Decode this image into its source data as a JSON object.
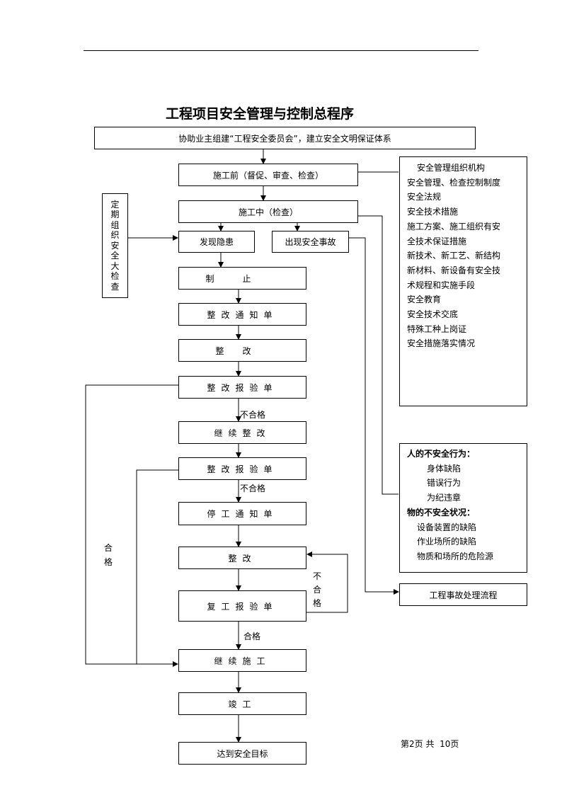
{
  "title": "工程项目安全管理与控制总程序",
  "nodes": {
    "start": "协助业主组建“工程安全委员会”，建立安全文明保证体系",
    "before": "施工前（督促、审查、检查）",
    "during": "施工中（检查）",
    "hazard": "发现隐患",
    "accident": "出现安全事故",
    "stop": "制止",
    "notice": "整改通知单",
    "rectify1": "整改",
    "report1": "整改报验单",
    "continue_rectify": "继续整改",
    "report2": "整改报验单",
    "stop_notice": "停工通知单",
    "rectify2": "整改",
    "resume_report": "复工报验单",
    "continue_work": "继续施工",
    "complete": "竣工",
    "goal": "达到安全目标",
    "accident_process": "工程事故处理流程"
  },
  "side_check": [
    "定",
    "期",
    "组",
    "织",
    "安",
    "全",
    "大",
    "检",
    "查"
  ],
  "right_list1": [
    "安全管理组织机构",
    "安全管理、检查控制制度",
    "安全法规",
    "安全技术措施",
    "施工方案、施工组织有安",
    "全技术保证措施",
    "新技术、新工艺、新结构",
    "新材料、新设备有安全技",
    "术规程和实施手段",
    "安全教育",
    "安全技术交底",
    "特殊工种上岗证",
    "安全措施落实情况"
  ],
  "right_list2": {
    "human_title": "人的不安全行为：",
    "human_items": [
      "身体缺陷",
      "错误行为",
      "为纪违章"
    ],
    "object_title": "物的不安全状况：",
    "object_items": [
      "设备装置的缺陷",
      "作业场所的缺陷",
      "物质和场所的危险源"
    ]
  },
  "labels": {
    "fail1": "不合格",
    "fail2": "不合格",
    "pass": "合格",
    "pass_left": [
      "合",
      "格"
    ],
    "fail_right": [
      "不",
      "合",
      "格"
    ]
  },
  "footer": "第2页 共  10页"
}
